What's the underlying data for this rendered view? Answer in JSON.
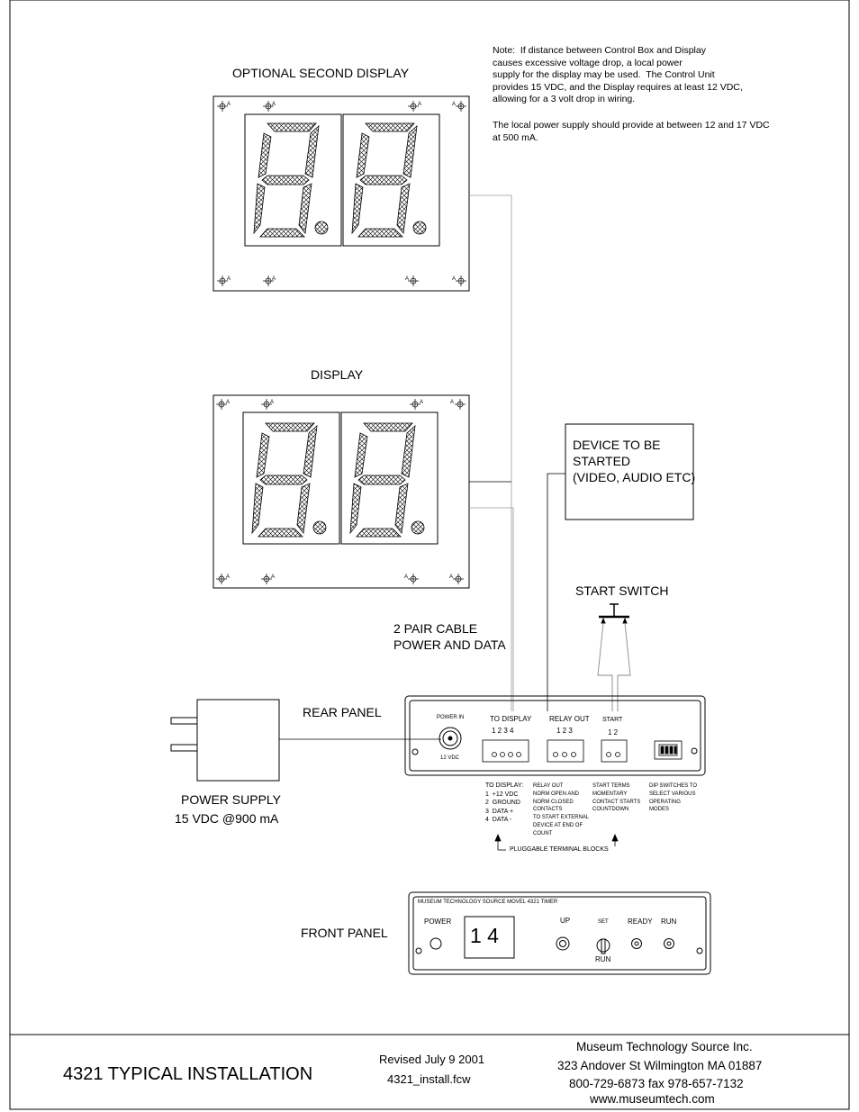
{
  "labels": {
    "optional_second_display": "OPTIONAL SECOND DISPLAY",
    "display": "DISPLAY",
    "note_paragraph_1": "Note:  If distance between Control Box and Display\ncauses excessive voltage drop, a local power\nsupply for the display may be used.  The Control Unit\nprovides 15 VDC, and the Display requires at least 12 VDC,\nallowing for a 3 volt drop in wiring.",
    "note_paragraph_2": "The local power supply should provide at between 12 and 17 VDC\nat 500 mA.",
    "device_to_be_started": "DEVICE TO BE\nSTARTED\n(VIDEO, AUDIO ETC)",
    "start_switch": "START SWITCH",
    "cable": "2 PAIR CABLE\nPOWER AND DATA",
    "rear_panel": "REAR PANEL",
    "power_supply": "POWER SUPPLY",
    "power_supply_rating": "15 VDC @900 mA",
    "front_panel": "FRONT PANEL",
    "segment_marker": "A"
  },
  "rear_panel": {
    "power_in": "POWER IN",
    "power_in_voltage": "12 VDC",
    "to_display": "TO DISPLAY",
    "to_display_pins": "1  2  3  4",
    "relay_out": "RELAY OUT",
    "relay_out_pins": "1  2  3",
    "start": "START",
    "start_pins": "1  2"
  },
  "terminal_notes": {
    "to_display": "TO DISPLAY:\n1  +12 VDC\n2  GROUND\n3  DATA +\n4  DATA -",
    "relay_out": "RELAY OUT\nNORM OPEN AND\nNORM CLOSED\nCONTACTS\nTO START EXTERNAL\nDEVICE AT END OF\nCOUNT",
    "start_terms": "START TERMS\nMOMENTARY\nCONTACT STARTS\nCOUNTDOWN",
    "dip_switches": "DIP SWITCHES TO\nSELECT VARIOUS\nOPERATING\nMODES",
    "pluggable": "PLUGGABLE TERMINAL BLOCKS"
  },
  "front_panel": {
    "model_line": "MUSEUM TECHNOLOGY SOURCE  MOVEL 4321 TIMER",
    "power": "POWER",
    "readout": "1 4",
    "up": "UP",
    "set": "SET",
    "run_below": "RUN",
    "ready": "READY",
    "run": "RUN"
  },
  "title_block": {
    "title": "4321 TYPICAL INSTALLATION",
    "revised": "Revised July 9 2001",
    "filename": "4321_install.fcw",
    "company": "Museum Technology Source Inc.",
    "address": "323 Andover St  Wilmington MA 01887",
    "phone": "800-729-6873  fax 978-657-7132",
    "web": "www.museumtech.com"
  }
}
